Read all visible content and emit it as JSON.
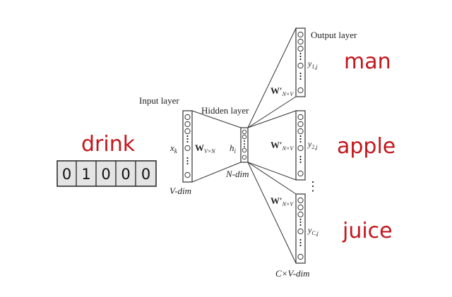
{
  "words": {
    "input": "drink",
    "outputs": [
      "man",
      "apple",
      "juice"
    ]
  },
  "one_hot": [
    "0",
    "1",
    "0",
    "0",
    "0"
  ],
  "labels": {
    "input_layer": "Input layer",
    "hidden_layer": "Hidden layer",
    "output_layer": "Output layer",
    "x_k": "x",
    "x_k_sub": "k",
    "h_i": "h",
    "h_i_sub": "i",
    "w_in": "W",
    "w_in_sub": "V×N",
    "w_out": "W′",
    "w_out_sub": "N×V",
    "y1": "y",
    "y1_sub": "1,j",
    "y2": "y",
    "y2_sub": "2,j",
    "yc": "y",
    "yc_sub": "C,j",
    "v_dim": "V-dim",
    "n_dim": "N-dim",
    "cv_dim": "C×V-dim",
    "vdots": "⋮"
  },
  "colors": {
    "word": "#c4161c",
    "line": "#333333",
    "onehot_bg": "#e4e4e4"
  }
}
